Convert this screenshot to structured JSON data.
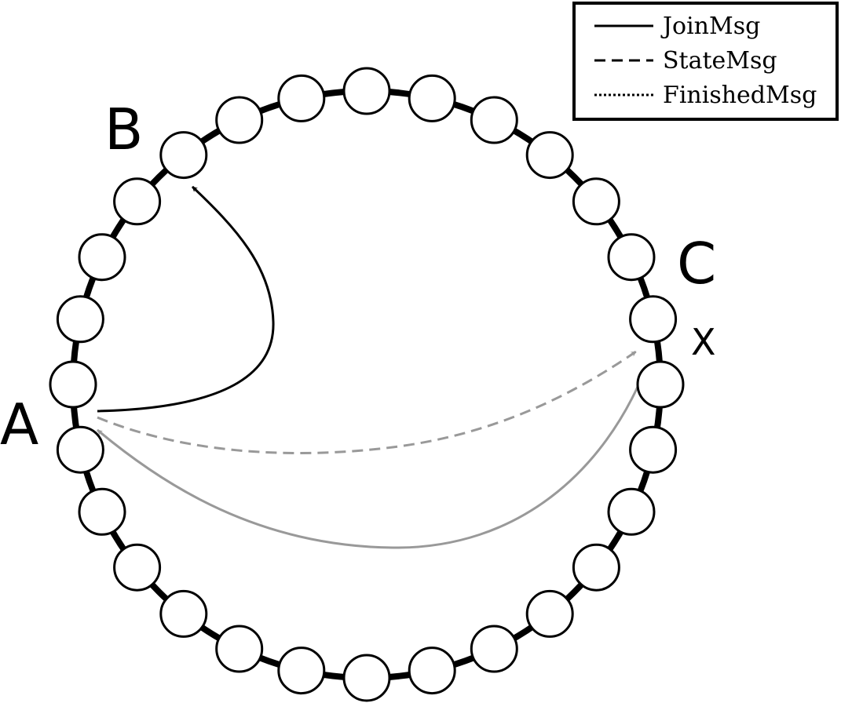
{
  "diagram": {
    "node_count": 28,
    "labels": {
      "a": "A",
      "b": "B",
      "c": "C",
      "x": "X"
    },
    "legend": [
      {
        "label": "JoinMsg",
        "style": "solid"
      },
      {
        "label": "StateMsg",
        "style": "dashed"
      },
      {
        "label": "FinishedMsg",
        "style": "dotted"
      }
    ],
    "edges": [
      {
        "from": "A",
        "to": "B",
        "type": "JoinMsg",
        "color": "#000000"
      },
      {
        "from": "A",
        "to": "X",
        "type": "StateMsg",
        "color": "#999999"
      },
      {
        "from": "X",
        "to": "A",
        "type": "JoinMsg",
        "color": "#999999"
      }
    ]
  }
}
